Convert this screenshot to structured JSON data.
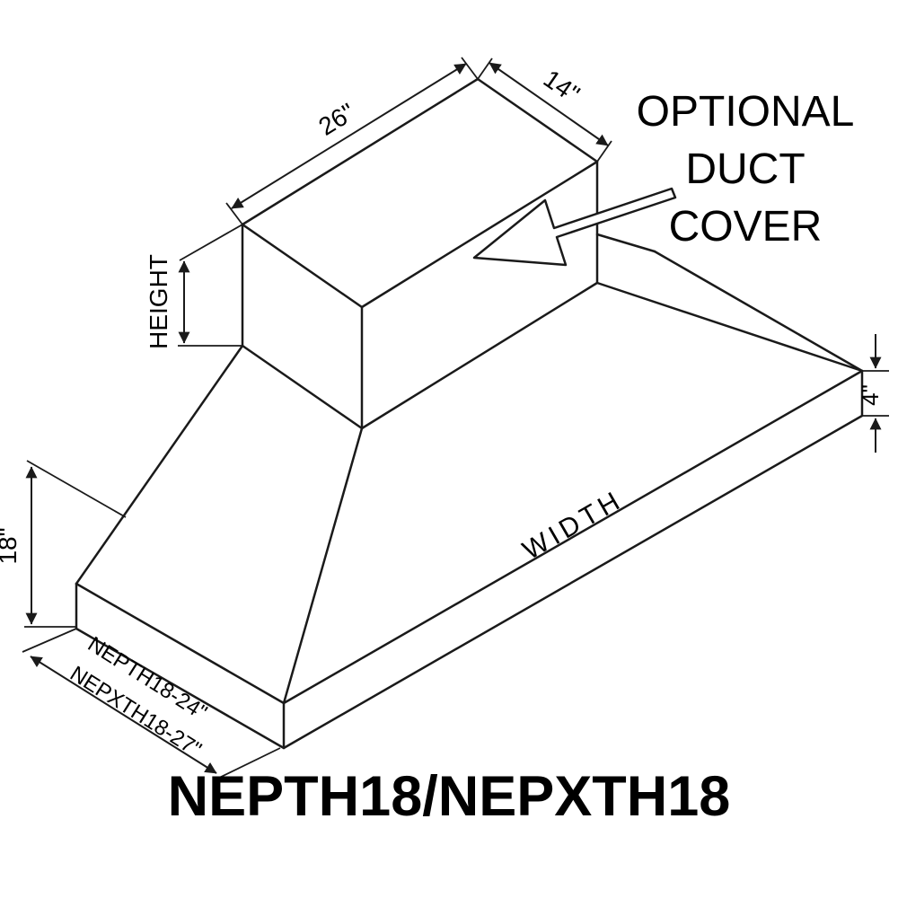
{
  "drawing": {
    "title": "NEPTH18/NEPXTH18",
    "callout": {
      "lines": [
        "OPTIONAL",
        "DUCT",
        "COVER"
      ]
    },
    "dimensions": {
      "duct_width": "26\"",
      "duct_depth": "14\"",
      "chimney_height": "HEIGHT",
      "hood_height": "18\"",
      "base_height": "4\"",
      "width": "WIDTH",
      "depth_options": [
        "NEPTH18-24\"",
        "NEPXTH18-27\""
      ]
    },
    "colors": {
      "line": "#1a1a1a",
      "text": "#000000",
      "background": "#ffffff"
    }
  }
}
